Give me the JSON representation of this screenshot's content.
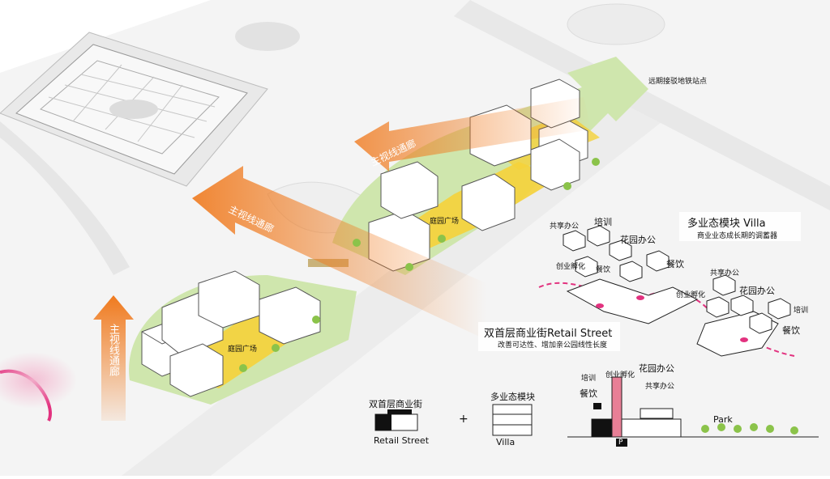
{
  "labels": {
    "metro_station": "远期接驳地铁站点",
    "garden_plaza_1": "庭园广场",
    "garden_plaza_2": "庭园广场",
    "main_axis_1": "主视线通廊",
    "main_axis_2": "主视线通廊",
    "main_axis_3": "主视线通廊",
    "villa_title": "多业态模块 Villa",
    "villa_sub": "商业业态成长期的调蓄器",
    "retail_title": "双首层商业街Retail Street",
    "retail_sub": "改善可达性、增加亲公园线性长度"
  },
  "module_left": {
    "shared_office": "共享办公",
    "training": "培训",
    "garden_office": "花园办公",
    "incubation": "创业孵化",
    "dining_small": "餐饮",
    "dining": "餐饮"
  },
  "module_right": {
    "shared_office": "共享办公",
    "incubation": "创业孵化",
    "garden_office": "花园办公",
    "training": "培训",
    "dining": "餐饮"
  },
  "legend": {
    "retail_cn": "双首层商业街",
    "retail_en": "Retail Street",
    "plus": "+",
    "villa_cn": "多业态模块",
    "villa_en": "Villa"
  },
  "section": {
    "training": "培训",
    "dining": "餐饮",
    "incubation": "创业孵化",
    "garden_office": "花园办公",
    "shared_office": "共享办公",
    "park": "Park",
    "p_mark": "P"
  },
  "colors": {
    "orange": "#f07a1e",
    "pink": "#e2327f",
    "green": "#b9dc8e",
    "yellow": "#f5d23a",
    "red_arrow": "#e21f26"
  }
}
